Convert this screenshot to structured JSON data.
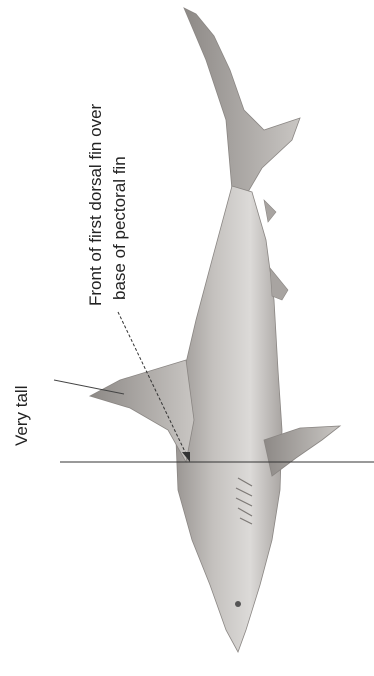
{
  "labels": {
    "very_tall": "Very tall",
    "front_line1": "Front of first dorsal fin over",
    "front_line2": "base of pectoral fin"
  },
  "colors": {
    "shark_light": "#d8d6d4",
    "shark_mid": "#b9b6b3",
    "shark_dark": "#8f8b88",
    "line": "#333333"
  }
}
